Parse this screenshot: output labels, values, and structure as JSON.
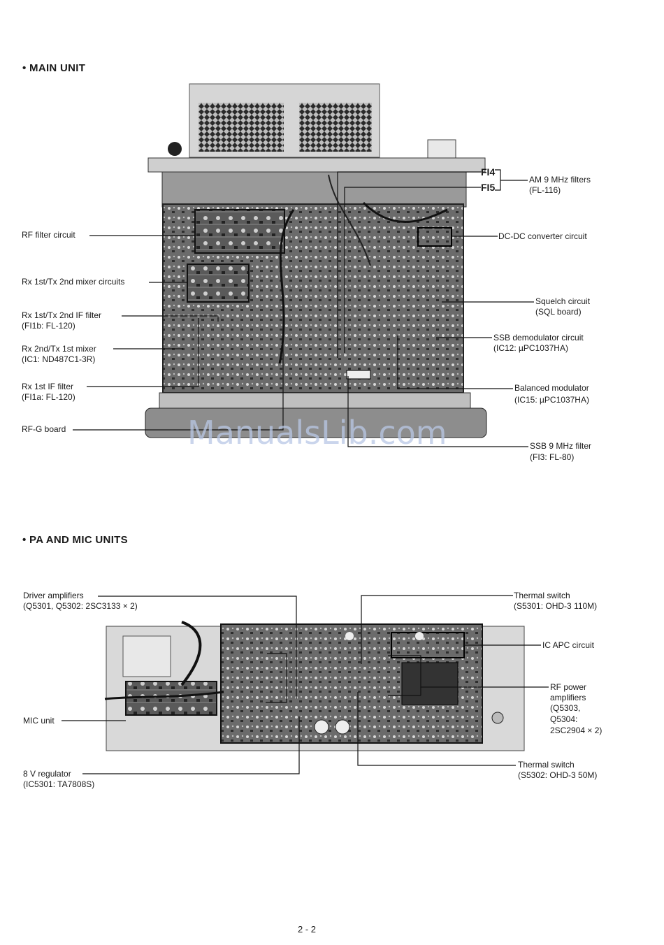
{
  "sections": {
    "main_unit": "• MAIN UNIT",
    "pa_mic": "• PA AND MIC UNITS"
  },
  "main_labels": {
    "fi4": "FI4",
    "fi5": "FI5",
    "am_filters": "AM 9 MHz filters",
    "am_filters_sub": "(FL-116)",
    "rf_filter": "RF filter circuit",
    "dcdc": "DC-DC converter circuit",
    "rx_mixer": "Rx 1st/Tx 2nd mixer circuits",
    "squelch": "Squelch circuit",
    "squelch_sub": "(SQL board)",
    "rx_if_filter": "Rx 1st/Tx 2nd IF filter",
    "rx_if_filter_sub": "(FI1b: FL-120)",
    "ssb_demod": "SSB demodulator circuit",
    "ssb_demod_sub": "(IC12: µPC1037HA)",
    "rx2_mixer": "Rx 2nd/Tx 1st mixer",
    "rx2_mixer_sub": "(IC1: ND487C1-3R)",
    "rx1_if_filter": "Rx 1st IF filter",
    "rx1_if_filter_sub": "(FI1a: FL-120)",
    "bal_mod": "Balanced modulator",
    "bal_mod_sub": "(IC15: µPC1037HA)",
    "rfg_board": "RF-G board",
    "ssb_filter": "SSB 9 MHz filter",
    "ssb_filter_sub": "(FI3: FL-80)"
  },
  "pa_labels": {
    "driver_amp": "Driver amplifiers",
    "driver_amp_sub": "(Q5301, Q5302: 2SC3133 × 2)",
    "thermal1": "Thermal switch",
    "thermal1_sub": "(S5301: OHD-3 110M)",
    "ic_apc": "IC APC circuit",
    "rf_power": "RF power",
    "rf_power_2": "amplifiers",
    "rf_power_3": "(Q5303,",
    "rf_power_4": "Q5304:",
    "rf_power_5": "2SC2904 × 2)",
    "mic_unit": "MIC unit",
    "regulator": "8 V regulator",
    "regulator_sub": "(IC5301: TA7808S)",
    "thermal2": "Thermal switch",
    "thermal2_sub": "(S5302: OHD-3 50M)"
  },
  "watermark": "ManualsLib.com",
  "page_number": "2 - 2"
}
